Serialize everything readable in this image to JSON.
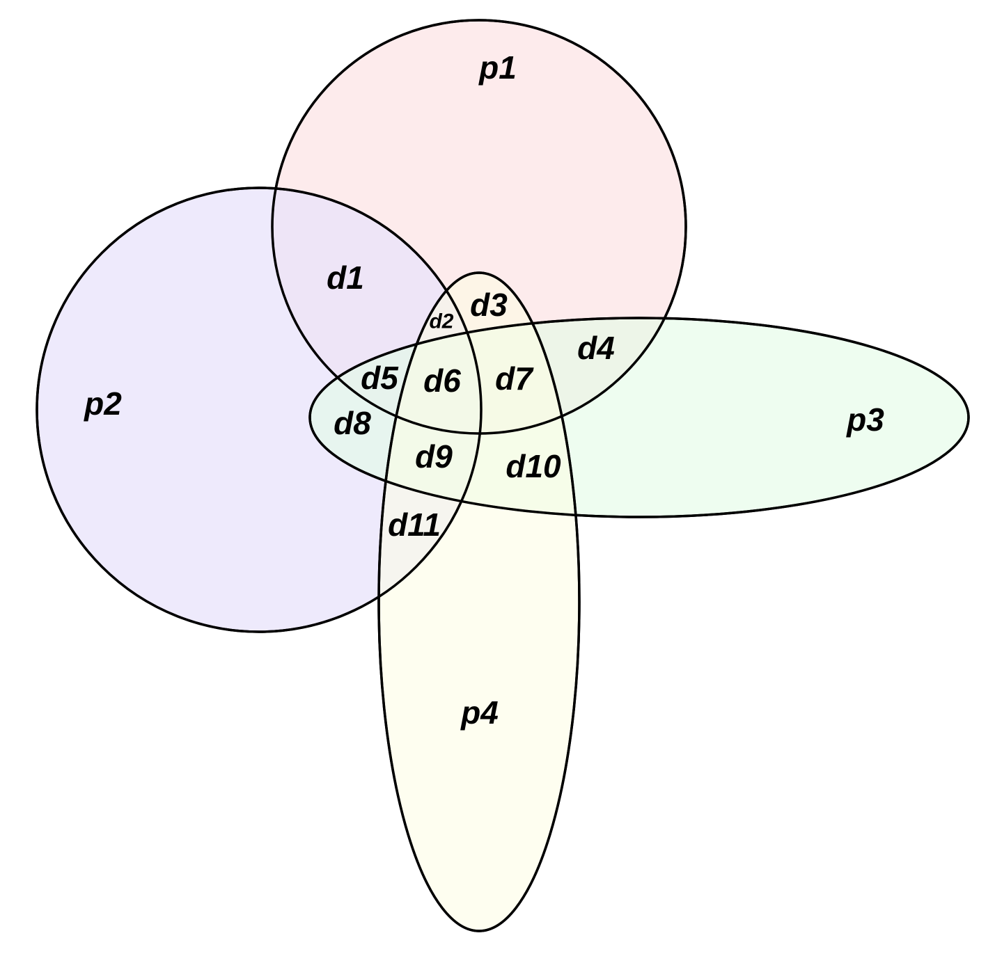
{
  "sets": [
    {
      "id": "p1",
      "label": "p1",
      "color": "#fde7e9"
    },
    {
      "id": "p2",
      "label": "p2",
      "color": "#e8e3fb"
    },
    {
      "id": "p3",
      "label": "p3",
      "color": "#e2fbe6"
    },
    {
      "id": "p4",
      "label": "p4",
      "color": "#fdfde3"
    }
  ],
  "regions": [
    {
      "id": "d1",
      "label": "d1"
    },
    {
      "id": "d2",
      "label": "d2"
    },
    {
      "id": "d3",
      "label": "d3"
    },
    {
      "id": "d4",
      "label": "d4"
    },
    {
      "id": "d5",
      "label": "d5"
    },
    {
      "id": "d6",
      "label": "d6"
    },
    {
      "id": "d7",
      "label": "d7"
    },
    {
      "id": "d8",
      "label": "d8"
    },
    {
      "id": "d9",
      "label": "d9"
    },
    {
      "id": "d10",
      "label": "d10"
    },
    {
      "id": "d11",
      "label": "d11"
    }
  ],
  "stroke_color": "#000000"
}
